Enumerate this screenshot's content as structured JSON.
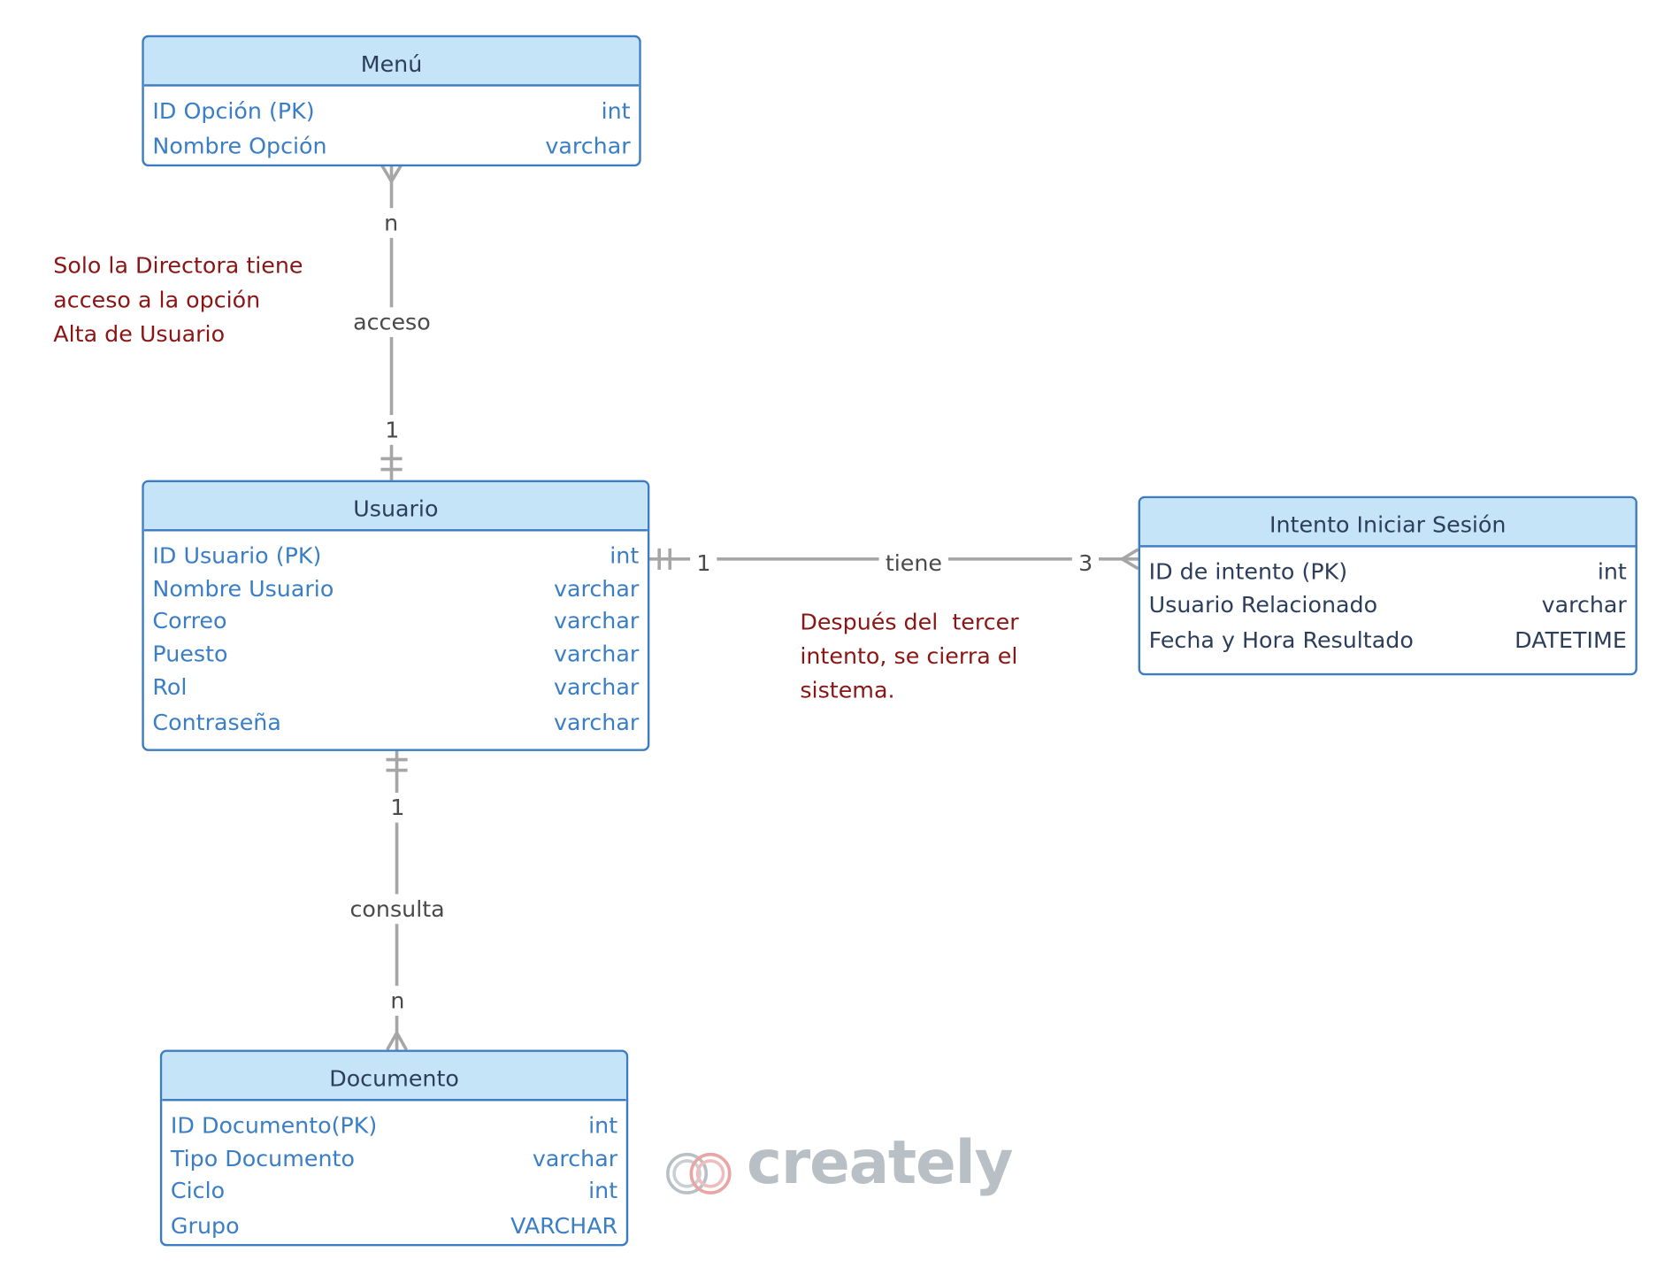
{
  "entities": {
    "menu": {
      "title": "Menú",
      "fields": [
        {
          "name": "ID Opción (PK)",
          "type": "int"
        },
        {
          "name": "Nombre Opción",
          "type": "varchar"
        }
      ]
    },
    "usuario": {
      "title": "Usuario",
      "fields": [
        {
          "name": "ID Usuario (PK)",
          "type": "int"
        },
        {
          "name": "Nombre Usuario",
          "type": "varchar"
        },
        {
          "name": "Correo",
          "type": "varchar"
        },
        {
          "name": "Puesto",
          "type": "varchar"
        },
        {
          "name": "Rol",
          "type": "varchar"
        },
        {
          "name": "Contraseña",
          "type": "varchar"
        }
      ]
    },
    "intento": {
      "title": "Intento Iniciar Sesión",
      "fields": [
        {
          "name": "ID de intento (PK)",
          "type": "int"
        },
        {
          "name": "Usuario Relacionado",
          "type": "varchar"
        },
        {
          "name": "Fecha y Hora Resultado",
          "type": "DATETIME"
        }
      ]
    },
    "documento": {
      "title": "Documento",
      "fields": [
        {
          "name": "ID Documento(PK)",
          "type": "int"
        },
        {
          "name": "Tipo Documento",
          "type": "varchar"
        },
        {
          "name": "Ciclo",
          "type": "int"
        },
        {
          "name": "Grupo",
          "type": "VARCHAR"
        }
      ]
    }
  },
  "relationships": {
    "acceso": {
      "label": "acceso",
      "card_top": "n",
      "card_bottom": "1"
    },
    "tiene": {
      "label": "tiene",
      "card_left": "1",
      "card_right": "3"
    },
    "consulta": {
      "label": "consulta",
      "card_top": "1",
      "card_bottom": "n"
    }
  },
  "notes": {
    "directora": "Solo la Directora tiene\nacceso a la opción\nAlta de Usuario",
    "intento": "Después del  tercer\nintento, se cierra el\nsistema."
  },
  "watermark": {
    "text": "creately"
  },
  "colors": {
    "entity_border": "#3d7cc2",
    "entity_header": "#c5e4f7",
    "field_text": "#3a7ec6",
    "connector": "#a6a6a6",
    "note_text": "#8b1515"
  }
}
